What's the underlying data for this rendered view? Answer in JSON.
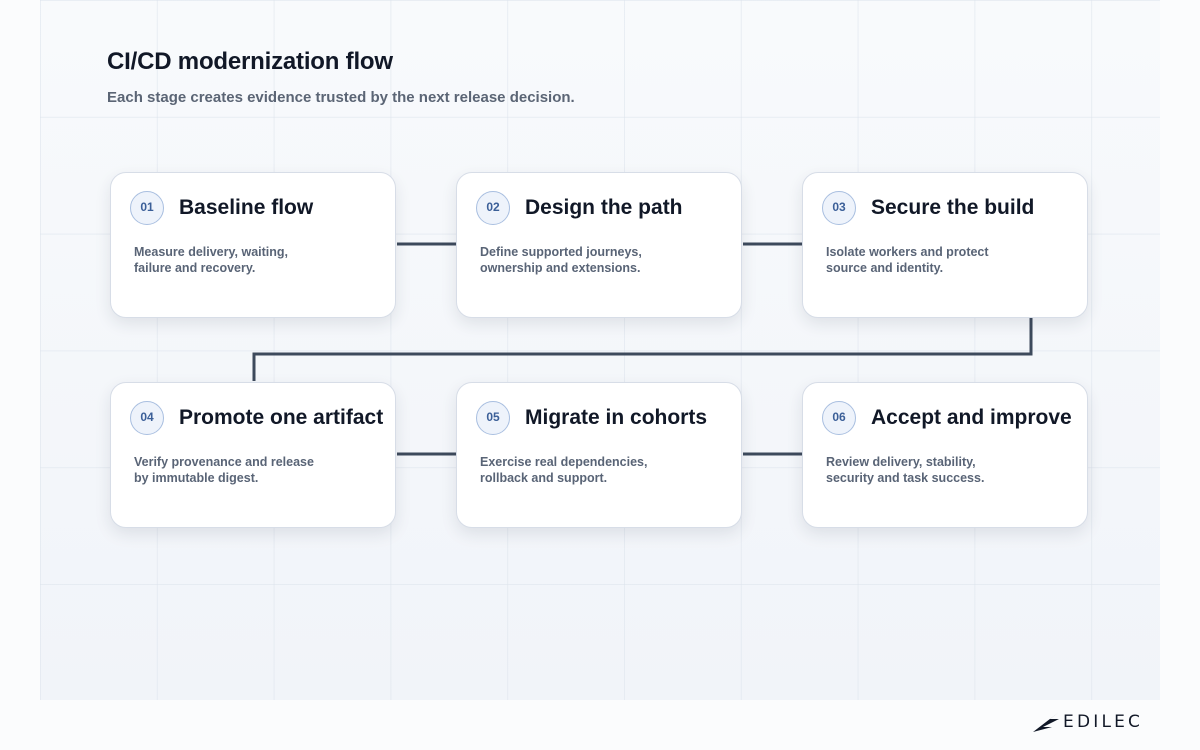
{
  "header": {
    "title": "CI/CD modernization flow",
    "subtitle": "Each stage creates evidence trusted by the next release decision."
  },
  "stages": [
    {
      "number": "01",
      "title": "Baseline flow",
      "description": "Measure delivery, waiting,\nfailure and recovery."
    },
    {
      "number": "02",
      "title": "Design the path",
      "description": "Define supported journeys,\nownership and extensions."
    },
    {
      "number": "03",
      "title": "Secure the build",
      "description": "Isolate workers and protect\nsource and identity."
    },
    {
      "number": "04",
      "title": "Promote one artifact",
      "description": "Verify provenance and release\nby immutable digest."
    },
    {
      "number": "05",
      "title": "Migrate in cohorts",
      "description": "Exercise real dependencies,\nrollback and support."
    },
    {
      "number": "06",
      "title": "Accept and improve",
      "description": "Review delivery, stability,\nsecurity and task success."
    }
  ],
  "colors": {
    "connector": "#3d4a5c",
    "badge_border": "#a9bfe0",
    "badge_text": "#3b5f98"
  },
  "brand": {
    "logo_text": "EDILEC",
    "icon": "edilec-logo-icon"
  }
}
